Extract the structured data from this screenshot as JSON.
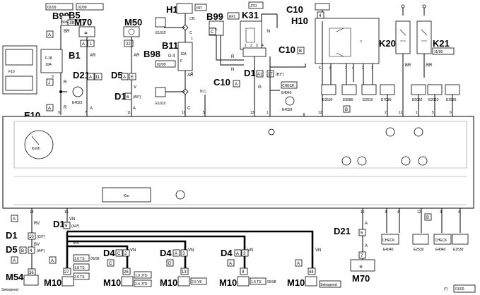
{
  "components": {
    "B99_top": "B99",
    "B99_right": "B99",
    "B5": "B5",
    "B1": "B1",
    "M70_top": "M70",
    "M50": "M50",
    "H1": "H1",
    "B11": "B11",
    "B98": "B98",
    "K31": "K31",
    "C10_top": "C10",
    "C10_right": "C10",
    "C10_mid": "C10",
    "H10": "H10",
    "K20": "K20",
    "K21": "K21",
    "D21_top": "D21",
    "D5_top": "D5",
    "D1_top": "D1",
    "D1_k31": "D1",
    "E10": "E10",
    "D1_left": "D1",
    "D5_left": "D5",
    "M54": "M54",
    "D1_bottom": "D1",
    "D4_1": "D4",
    "D4_2": "D4",
    "D4_3": "D4",
    "D21_bottom": "D21",
    "M70_bottom": "M70",
    "M10_1": "M10",
    "M10_2": "M10",
    "M10_3": "M10",
    "M10_4": "M10",
    "M10_5": "M10"
  },
  "labels": {
    "b99_date1": "02/99",
    "b99_date2": "02/99",
    "b99_fuse": "80A",
    "b5_conn": "J/B1",
    "b1_fuse": "F.18",
    "b1_amp": "10A",
    "b1_f10": "F10",
    "h1_int": "INT",
    "h1_cn": "CN",
    "h1_c": "C",
    "b99r_fuse": "50A",
    "b99r_ef": "EF1",
    "b99r_c": "C",
    "k31_jtd": "JTD",
    "b98_date": "02/99",
    "b98_g": "G",
    "b98_4": "4",
    "b11_fuse": "10A",
    "b11_f": "F",
    "k21_date": "11/99",
    "nc": "N.C.",
    "check": "CHECK",
    "e1010a": "E1010",
    "e1010b": "E1010",
    "e4023a": "E4023",
    "e4023b": "E4023",
    "e4040_top": "E4040",
    "e2530a": "E2530",
    "e5080": "E5080",
    "e2010a": "E2010",
    "e7030": "E7030",
    "e5050": "E5050",
    "e2010b": "E2010",
    "e2530b": "E2530",
    "e4040_b1": "E4040",
    "e2530_b1": "E2530",
    "e4040_b2": "E4040",
    "e2530_b2": "E2530",
    "kmh": "Km/h",
    "km": "Km",
    "d1_c6": "(C6*)",
    "d5_a4": "(A4*)",
    "d1_a4": "(A4*)",
    "d1_a5": "(A5*)",
    "d1_b1": "(B1*)",
    "m54_name": "Selespeed",
    "m10_1a": "1.6 TS",
    "m10_1date": "05/98",
    "m10_1b": "1.8 TS",
    "m10_1c": "2.0 TS",
    "m10_2a": "1.9 JTD",
    "m10_2b": "2.4 JTD",
    "m10_3a": "2.5 V6",
    "m10_4a": "1.6 TS",
    "m10_4date": "05/98",
    "m10_5": "Selespeed",
    "footnote_star": "(*)",
    "footnote_date": "01/00"
  },
  "wire_colors": {
    "br1": "BR",
    "r1": "R",
    "r2": "R",
    "ar1": "AR",
    "ar2": "AR",
    "v1": "V",
    "c1": "C",
    "r3": "R",
    "n1": "N",
    "n2": "N",
    "g1": "G",
    "rv": "RV",
    "vn1": "VN",
    "vn2": "VN",
    "vn3": "VN",
    "vn4": "VN",
    "vn5": "VN",
    "vn6": "VN",
    "bv": "BV",
    "a1": "A",
    "a2": "A",
    "a3": "A",
    "r4": "R",
    "a_top1": "A",
    "a_top2": "A",
    "n3": "N",
    "br2": "BR",
    "br3": "BR",
    "c2": "C",
    "r5": "R",
    "r6": "R"
  },
  "letters": {
    "A": "A",
    "B": "B",
    "C": "C",
    "D": "D",
    "J": "J",
    "A2": "A",
    "A3": "A",
    "A4": "A",
    "A5": "A",
    "A6": "A",
    "B2": "B",
    "B3": "B",
    "C2": "C",
    "C3": "C",
    "A7": "A",
    "A8": "A",
    "A9": "A",
    "A10": "A",
    "A11": "A",
    "A12": "A",
    "A13": "A",
    "A14": "A"
  },
  "pins": {
    "p9": "9",
    "p7": "7",
    "p11": "11",
    "p10": "10",
    "p5": "5",
    "p13": "13",
    "p1": "1",
    "p12": "12",
    "p2": "2",
    "p6": "6",
    "p14": "14",
    "p15": "15",
    "p16": "16",
    "p3": "3",
    "p4": "4",
    "b1_9": "9",
    "b1_8": "8",
    "m70_1": "1",
    "m50_22": "22",
    "d21_11": "11",
    "d5_e": "E",
    "d1_6": "6",
    "b11_1": "1",
    "b11_3": "3",
    "c10_a": "A",
    "k31_1": "1",
    "k31_2": "2",
    "k31_3": "3",
    "k31_4": "4",
    "d1_a1": "A1",
    "d1_17": "17",
    "c10_4": "4",
    "h10_5": "5",
    "h10_6": "6",
    "h10_3": "3",
    "h10_4": "4",
    "h10_2": "2",
    "h10_1": "1",
    "bot_2": "2",
    "bot_11": "11",
    "bot_1": "1",
    "bot_5": "5",
    "bot_6": "6",
    "b_3": "3",
    "b_4": "4",
    "b_12": "12",
    "b_3b": "3",
    "b_4b": "4",
    "d1l_10": "10",
    "d5l_4": "4",
    "m54_36": "36",
    "d1b_5": "5",
    "m10a_27": "27",
    "d4_2": "2",
    "m10b_26": "26",
    "d4_3": "3",
    "m10c_13": "13",
    "d4_3b": "3",
    "m10d_9": "9",
    "m10e_44": "44",
    "d21b_5": "5",
    "m70b_7": "7",
    "sp1": "11",
    "e10_11": "11"
  }
}
